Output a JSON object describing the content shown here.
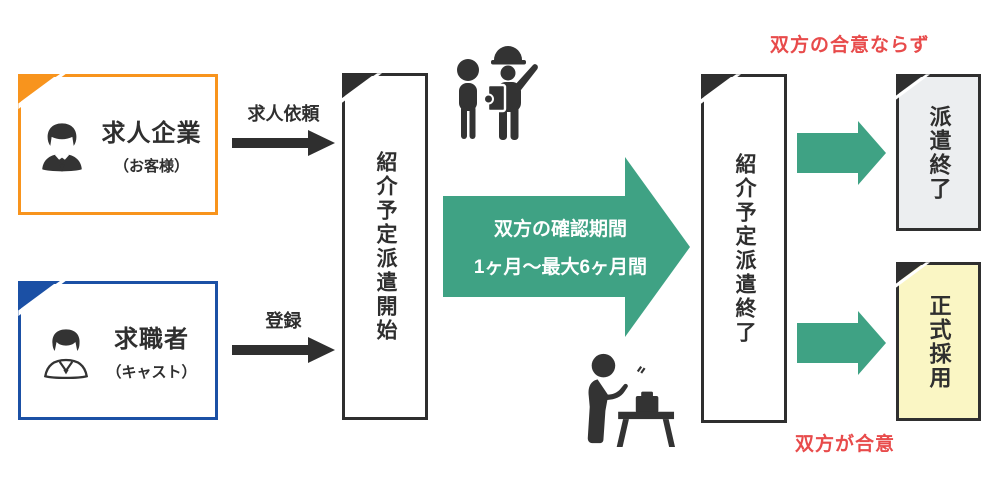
{
  "palette": {
    "dark": "#2f2f2f",
    "orange": "#f8941d",
    "blue": "#1b50a5",
    "green": "#3fa284",
    "red": "#e84b4b",
    "gray_fill": "#eceef0",
    "yellow_fill": "#faf6c4"
  },
  "actors": {
    "client": {
      "title": "求人企業",
      "subtitle": "（お客様）"
    },
    "jobseeker": {
      "title": "求職者",
      "subtitle": "（キャスト）"
    }
  },
  "arrows": {
    "request": "求人依頼",
    "register": "登録"
  },
  "stages": {
    "start": "紹介予定派遣開始",
    "end": "紹介予定派遣終了"
  },
  "period": {
    "line1": "双方の確認期間",
    "line2": "1ヶ月〜最大6ヶ月間"
  },
  "outcomes": {
    "no_agreement_note": "双方の合意ならず",
    "dispatch_end": "派遣終了",
    "agreement_note": "双方が合意",
    "formal_hire": "正式採用"
  },
  "icons": {
    "client": "businessman-icon",
    "jobseeker": "jobseeker-icon",
    "middle_top": "worker-guide-icon",
    "middle_bottom": "desk-work-icon"
  }
}
